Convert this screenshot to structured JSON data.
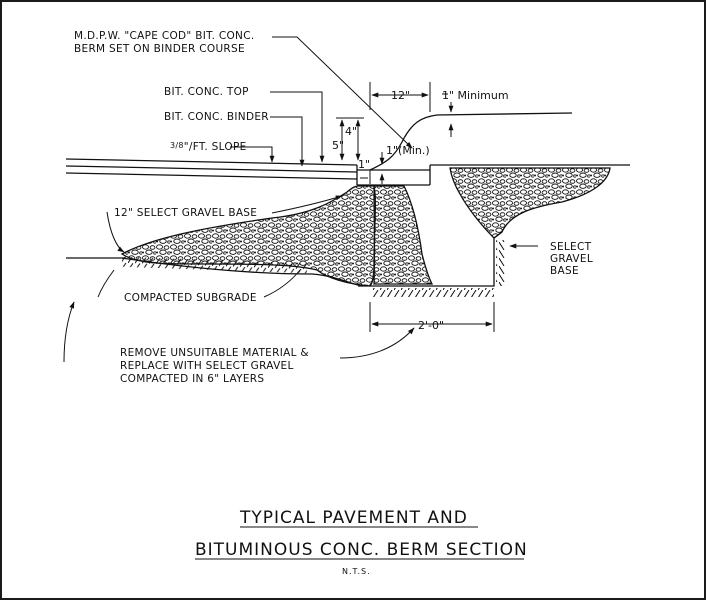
{
  "labels": {
    "berm_note_1": "M.D.P.W. \"CAPE COD\" BIT. CONC.",
    "berm_note_2": "BERM SET ON BINDER COURSE",
    "top": "BIT. CONC. TOP",
    "binder": "BIT. CONC. BINDER",
    "slope_frac": "3/8",
    "slope_text": "\"/FT. SLOPE",
    "gravel_base": "12\" SELECT GRAVEL BASE",
    "subgrade": "COMPACTED SUBGRADE",
    "remove_1": "REMOVE UNSUITABLE MATERIAL &",
    "remove_2": "REPLACE WITH SELECT GRAVEL",
    "remove_3": "COMPACTED IN 6\" LAYERS",
    "select_1": "SELECT",
    "select_2": "GRAVEL",
    "select_3": "BASE"
  },
  "dimensions": {
    "berm_width": "12\"",
    "minimum": "1\" Minimum",
    "five": "5\"",
    "four": "4\"",
    "one_min": "1\"(Min.)",
    "one": "1\"",
    "two_ft": "2'-0\""
  },
  "title": {
    "line1": "TYPICAL PAVEMENT AND",
    "line2": "BITUMINOUS CONC. BERM SECTION",
    "scale": "N.T.S."
  }
}
